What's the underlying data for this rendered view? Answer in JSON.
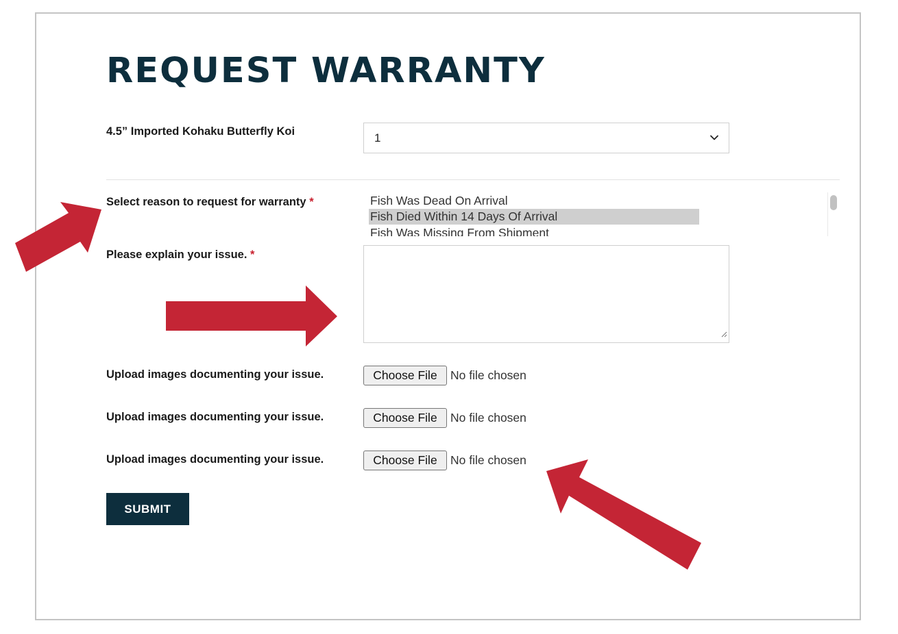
{
  "page": {
    "title": "REQUEST WARRANTY"
  },
  "product": {
    "name": "4.5” Imported Kohaku Butterfly Koi",
    "quantity_value": "1",
    "chevron_icon": "chevron-down-icon"
  },
  "reason": {
    "label": "Select reason to request for warranty",
    "required_mark": "*",
    "options": [
      "Fish Was Dead On Arrival",
      "Fish Died Within 14 Days Of Arrival",
      "Fish Was Missing From Shipment"
    ],
    "selected_index": 1
  },
  "explain": {
    "label": "Please explain your issue.",
    "required_mark": "*",
    "value": ""
  },
  "uploads": [
    {
      "label": "Upload images documenting your issue.",
      "button": "Choose File",
      "status": "No file chosen"
    },
    {
      "label": "Upload images documenting your issue.",
      "button": "Choose File",
      "status": "No file chosen"
    },
    {
      "label": "Upload images documenting your issue.",
      "button": "Choose File",
      "status": "No file chosen"
    }
  ],
  "submit": {
    "label": "SUBMIT"
  },
  "colors": {
    "brand_dark": "#0d2e3d",
    "required": "#c8202e",
    "annotation_arrow": "#c42535",
    "selected_option_bg": "#cfcfcf"
  },
  "annotations": {
    "icon": "arrow-annotation",
    "count": 3
  }
}
